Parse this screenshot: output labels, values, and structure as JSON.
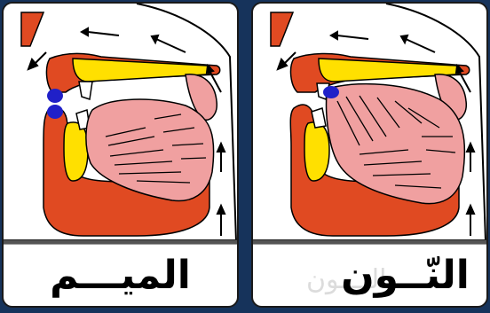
{
  "panels": [
    {
      "label": "الميـــم",
      "articulation_point": "lips"
    },
    {
      "label": "النّــون",
      "ghost_label": "النـــون",
      "articulation_point": "tongue-tip"
    }
  ],
  "colors": {
    "background": "#16335b",
    "tissue_red": "#e04a22",
    "palate_yellow": "#ffe000",
    "tongue_pink": "#f0a0a0",
    "contact_blue": "#2020c8"
  },
  "icons": [
    "airflow-arrow-icon"
  ]
}
